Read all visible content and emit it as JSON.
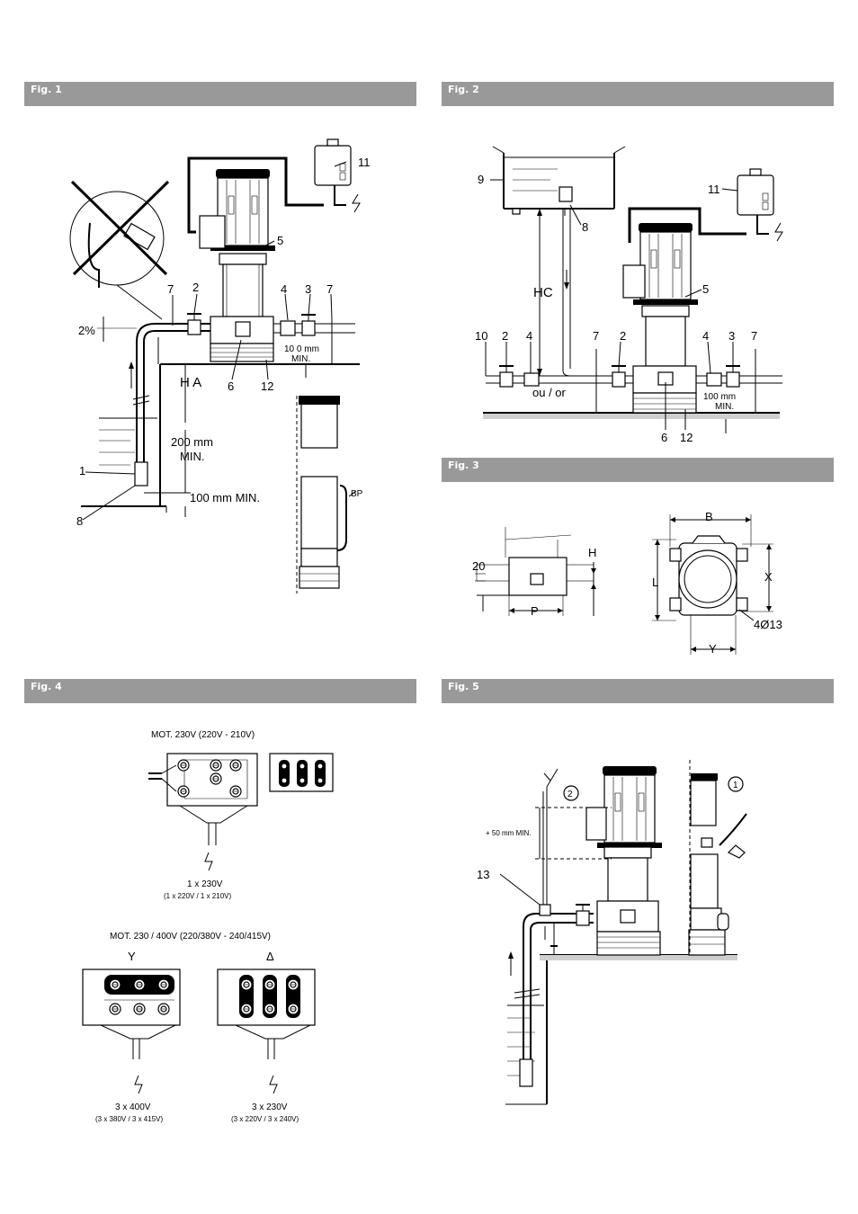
{
  "figures": {
    "fig1": {
      "title": "Fig. 1",
      "labels": {
        "n11": "11",
        "n5": "5",
        "n7a": "7",
        "n2": "2",
        "n4": "4",
        "n3": "3",
        "n7b": "7",
        "slope": "2%",
        "n6": "6",
        "n12": "12",
        "ha": "H A",
        "mm100a": "10 0 mm",
        "min_a": "MIN.",
        "mm200": "200 mm",
        "min200": "MIN.",
        "n1": "1",
        "mm100b": "100 mm MIN.",
        "n8": "8",
        "bp": "BP"
      }
    },
    "fig2": {
      "title": "Fig. 2",
      "labels": {
        "n9": "9",
        "n8": "8",
        "n11": "11",
        "hc": "HC",
        "n5": "5",
        "n10": "10",
        "n2a": "2",
        "n4a": "4",
        "n7a": "7",
        "n2b": "2",
        "n4b": "4",
        "n3": "3",
        "n7b": "7",
        "ouor": "ou / or",
        "mm100": "100 mm",
        "min": "MIN.",
        "n6": "6",
        "n12": "12"
      }
    },
    "fig3": {
      "title": "Fig. 3",
      "labels": {
        "h": "H",
        "n20": "20",
        "p": "P",
        "b": "B",
        "l": "L",
        "x": "X",
        "y": "Y",
        "holes": "4Ø13"
      }
    },
    "fig4": {
      "title": "Fig. 4",
      "labels": {
        "mot1": "MOT. 230V (220V - 210V)",
        "single": "1 x 230V",
        "single_alt": "(1 x 220V / 1 x 210V)",
        "mot3": "MOT. 230 / 400V (220/380V - 240/415V)",
        "star": "Y",
        "delta": "Δ",
        "three400": "3 x 400V",
        "three400_alt": "(3 x 380V / 3 x 415V)",
        "three230": "3 x 230V",
        "three230_alt": "(3 x 220V / 3 x 240V)"
      }
    },
    "fig5": {
      "title": "Fig. 5",
      "labels": {
        "mm50": "+ 50 mm MIN.",
        "n13": "13",
        "c2": "2",
        "c1": "1"
      }
    }
  }
}
